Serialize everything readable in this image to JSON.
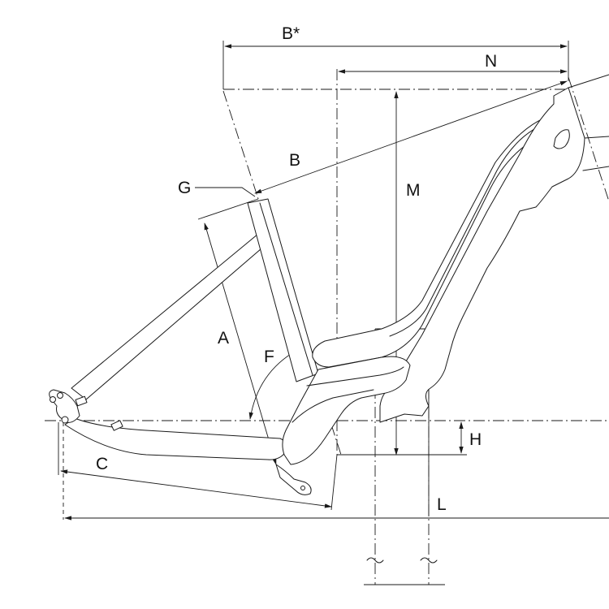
{
  "labels": {
    "b_star": "B*",
    "n": "N",
    "b": "B",
    "g": "G",
    "m": "M",
    "a": "A",
    "f": "F",
    "h": "H",
    "c": "C",
    "l": "L"
  },
  "colors": {
    "line": "#1a1a1a",
    "background": "#ffffff"
  }
}
